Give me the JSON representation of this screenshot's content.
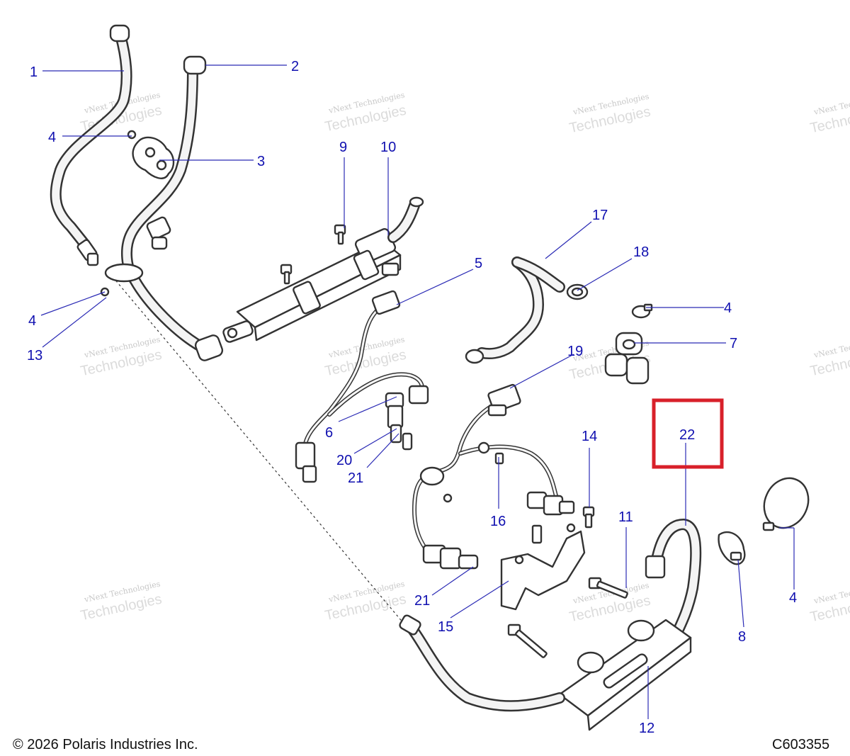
{
  "callouts": {
    "c1": "1",
    "c2": "2",
    "c3": "3",
    "c4a": "4",
    "c4b": "4",
    "c4c": "4",
    "c4d": "4",
    "c5": "5",
    "c6": "6",
    "c7": "7",
    "c8": "8",
    "c9": "9",
    "c10": "10",
    "c11": "11",
    "c12": "12",
    "c13": "13",
    "c14": "14",
    "c15": "15",
    "c16": "16",
    "c17": "17",
    "c18": "18",
    "c19": "19",
    "c20": "20",
    "c21a": "21",
    "c21b": "21",
    "c22": "22"
  },
  "watermark": {
    "line1": "vNext Technologies",
    "line2": "vNext",
    "line3": "Technologies"
  },
  "footer": {
    "copyright": "© 2026 Polaris Industries Inc.",
    "code": "C603355"
  },
  "highlight_color": "#d8202a",
  "callout_color": "#1010b0"
}
